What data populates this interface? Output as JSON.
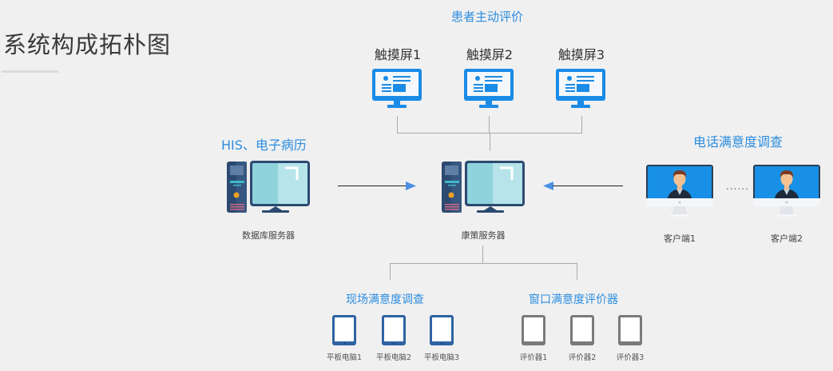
{
  "page": {
    "title": "系统构成拓朴图"
  },
  "touchscreens": {
    "group_label": "患者主动评价",
    "items": [
      {
        "label": "触摸屏1",
        "icon": "monitor-icon"
      },
      {
        "label": "触摸屏2",
        "icon": "monitor-icon"
      },
      {
        "label": "触摸屏3",
        "icon": "monitor-icon"
      }
    ]
  },
  "database_server": {
    "group_label": "HIS、电子病历",
    "label": "数据库服务器",
    "icon": "server-computer-icon"
  },
  "main_server": {
    "label": "康策服务器",
    "icon": "server-computer-icon"
  },
  "phone_survey": {
    "group_label": "电话满意度调查",
    "ellipsis": "......",
    "clients": [
      {
        "label": "客户端1",
        "icon": "agent-monitor-icon"
      },
      {
        "label": "客户端2",
        "icon": "agent-monitor-icon"
      }
    ]
  },
  "onsite_survey": {
    "group_label": "现场满意度调查",
    "tablets": [
      {
        "label": "平板电脑1",
        "icon": "tablet-icon"
      },
      {
        "label": "平板电脑2",
        "icon": "tablet-icon"
      },
      {
        "label": "平板电脑3",
        "icon": "tablet-icon"
      }
    ]
  },
  "window_evaluator": {
    "group_label": "窗口满意度评价器",
    "evaluators": [
      {
        "label": "评价器1",
        "icon": "evaluator-tablet-icon"
      },
      {
        "label": "评价器2",
        "icon": "evaluator-tablet-icon"
      },
      {
        "label": "评价器3",
        "icon": "evaluator-tablet-icon"
      }
    ]
  },
  "colors": {
    "accent_blue": "#2b8de0",
    "touch_monitor_blue": "#1a8be6",
    "tablet_blue": "#2f63a3",
    "evaluator_gray": "#7a7a7a",
    "arrow_blue": "#4a90e2"
  }
}
